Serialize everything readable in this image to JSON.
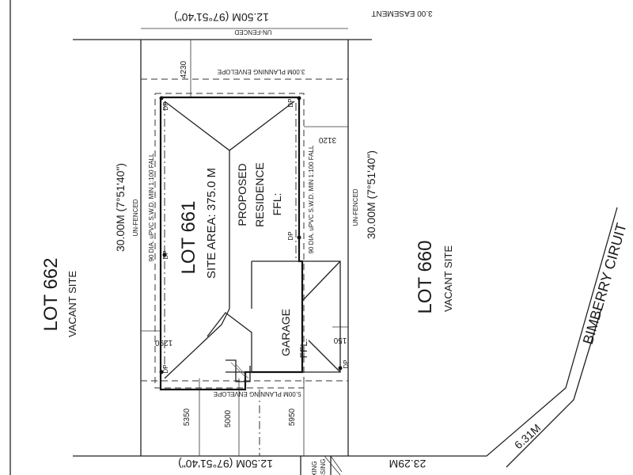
{
  "plan": {
    "easement": "3.00 EASEMENT",
    "top_boundary": "12.50M (97°51'40\")",
    "bottom_boundary": "12.50M (97°51'40\")",
    "left_boundary": "30.00M (7°51'40\")",
    "right_boundary": "30.00M (7°51'40\")",
    "unfenced_top": "UN-FENCED",
    "unfenced_left": "UN-FENCED",
    "unfenced_right": "UN-FENCED",
    "planning_envelope_rear": "3.00M PLANNING ENVELOPE",
    "planning_envelope_front": "5.00M PLANNING ENVELOPE",
    "lot_main": "LOT 661",
    "site_area": "SITE AREA: 375.0 M",
    "proposed": "PROPOSED",
    "residence": "RESIDENCE",
    "ffl_residence": "FFL:",
    "garage": "GARAGE",
    "ffl_garage": "FFL:",
    "stormwater_left": "90 DIA. uPVC S.W.D. MIN 1:100 FALL",
    "stormwater_right": "90 DIA. uPVC S.W.D. MIN 1:100 FALL",
    "lot_left": "LOT 662",
    "lot_left_status": "VACANT SITE",
    "lot_right": "LOT 660",
    "lot_right_status": "VACANT SITE",
    "street": "BIMBERRY CIRUIT",
    "dim_rear": "4230",
    "dim_side_right": "3120",
    "dim_side_left": "1290",
    "dim_garage_side": "150",
    "dim_front_1": "5350",
    "dim_front_2": "5000",
    "dim_front_3": "5950",
    "dim_frontage": "23.29M",
    "dim_splay": "6.31M",
    "crossing_1": "XING",
    "crossing_2": "SSING",
    "downpipe": "DP"
  }
}
